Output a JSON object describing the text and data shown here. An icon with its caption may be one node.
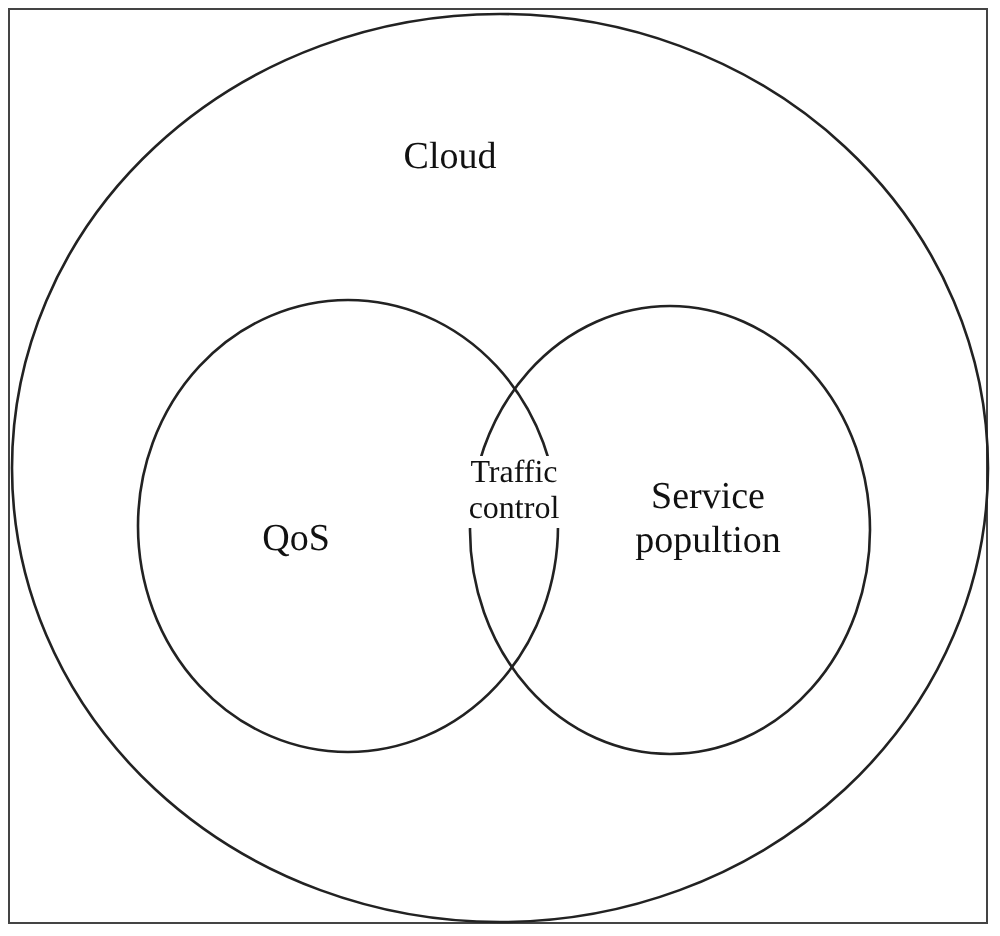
{
  "diagram": {
    "nodes": [
      {
        "text": [
          "Cloud"
        ]
      },
      {
        "text": [
          "QoS"
        ],
        "in": 0
      },
      {
        "text": [
          "Service popultion"
        ],
        "in": 0
      }
    ],
    "labels": [
      "Traffic control"
    ]
  }
}
